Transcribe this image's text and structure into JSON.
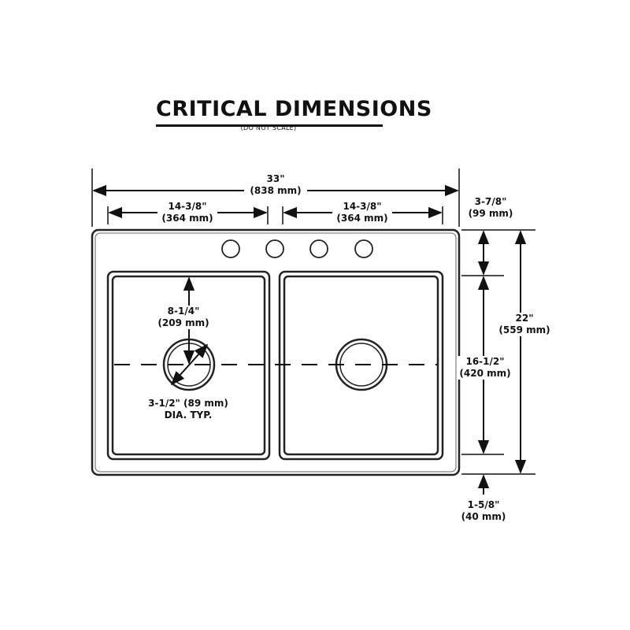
{
  "title": "CRITICAL DIMENSIONS",
  "subtitle": "(DO NOT SCALE)",
  "dimensions": {
    "overall_width": {
      "imperial": "33\"",
      "metric": "(838 mm)"
    },
    "left_bowl_width": {
      "imperial": "14-3/8\"",
      "metric": "(364 mm)"
    },
    "right_bowl_width": {
      "imperial": "14-3/8\"",
      "metric": "(364 mm)"
    },
    "back_deck": {
      "imperial": "3-7/8\"",
      "metric": "(99 mm)"
    },
    "overall_depth": {
      "imperial": "22\"",
      "metric": "(559 mm)"
    },
    "bowl_depth": {
      "imperial": "16-1/2\"",
      "metric": "(420 mm)"
    },
    "front_rim": {
      "imperial": "1-5/8\"",
      "metric": "(40 mm)"
    },
    "drain_offset": {
      "imperial": "8-1/4\"",
      "metric": "(209 mm)"
    },
    "drain_diameter": {
      "line1": "3-1/2\" (89 mm)",
      "line2": "DIA. TYP."
    }
  },
  "faucet_holes": 4
}
